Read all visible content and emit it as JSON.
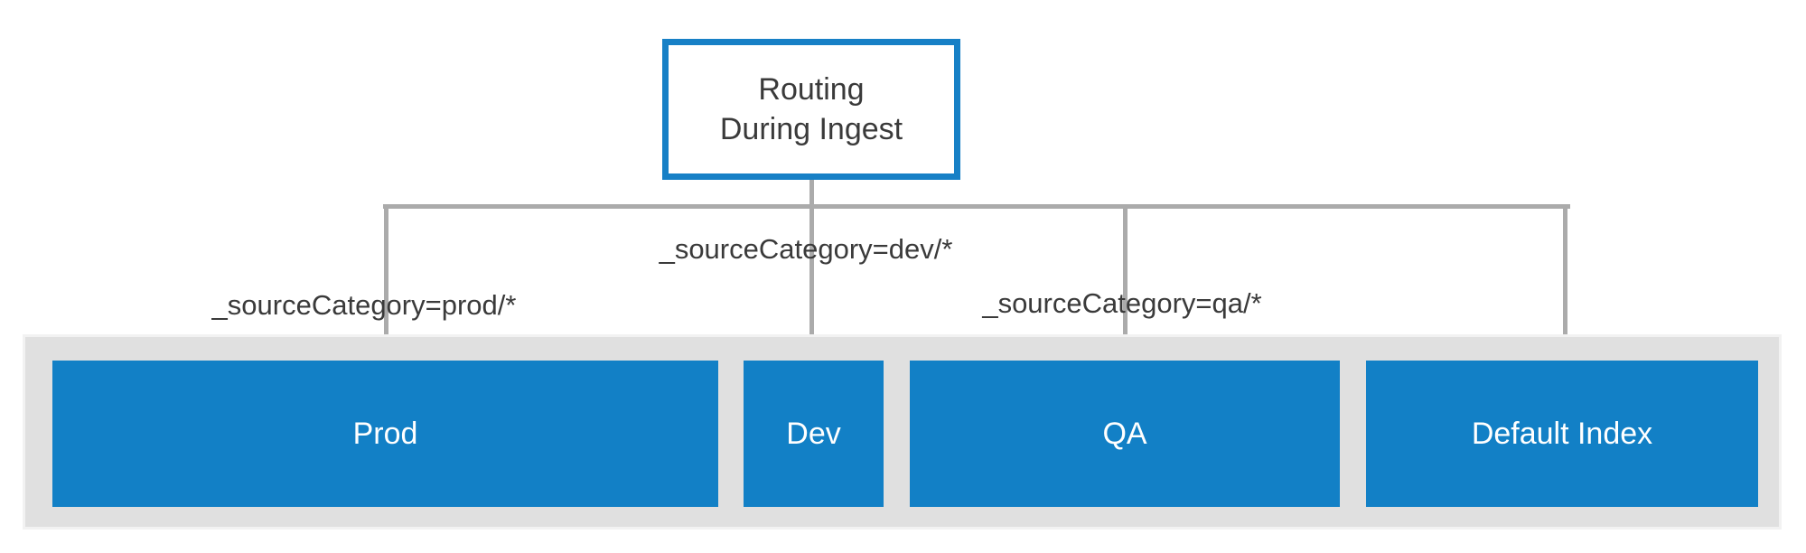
{
  "diagram": {
    "root_node": {
      "label_line1": "Routing",
      "label_line2": "During Ingest"
    },
    "edge_labels": [
      {
        "text": "_sourceCategory=prod/*",
        "target": "Prod"
      },
      {
        "text": "_sourceCategory=dev/*",
        "target": "Dev"
      },
      {
        "text": "_sourceCategory=qa/*",
        "target": "QA"
      }
    ],
    "index_boxes": [
      {
        "label": "Prod"
      },
      {
        "label": "Dev"
      },
      {
        "label": "QA"
      },
      {
        "label": "Default Index"
      }
    ],
    "colors": {
      "node_fill_blue": "#1280c6",
      "root_border_blue": "#1780c6",
      "connector_gray": "#ababab",
      "container_gray": "#e0e0e0",
      "text_dark": "#3a3a3a",
      "text_on_blue": "#ffffff"
    }
  }
}
